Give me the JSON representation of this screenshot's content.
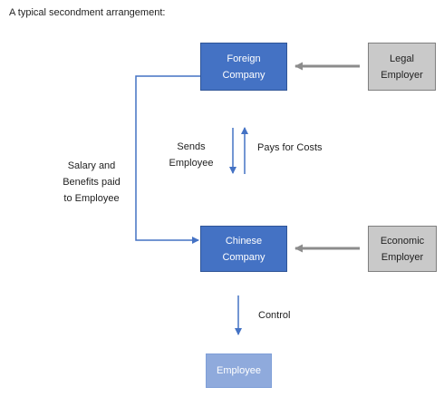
{
  "caption": "A typical secondment arrangement:",
  "nodes": {
    "foreign_company": "Foreign\nCompany",
    "legal_employer": "Legal\nEmployer",
    "chinese_company": "Chinese\nCompany",
    "economic_employer": "Economic\nEmployer",
    "employee": "Employee"
  },
  "edge_labels": {
    "sends_employee": "Sends\nEmployee",
    "pays_for_costs": "Pays for Costs",
    "salary_benefits": "Salary and\nBenefits paid\nto Employee",
    "control": "Control"
  },
  "colors": {
    "primary_box": "#4472c4",
    "employee_box": "#8faadc",
    "employer_box": "#c9c9c9",
    "blue_arrow": "#4472c4",
    "grey_arrow": "#8c8c8c"
  }
}
